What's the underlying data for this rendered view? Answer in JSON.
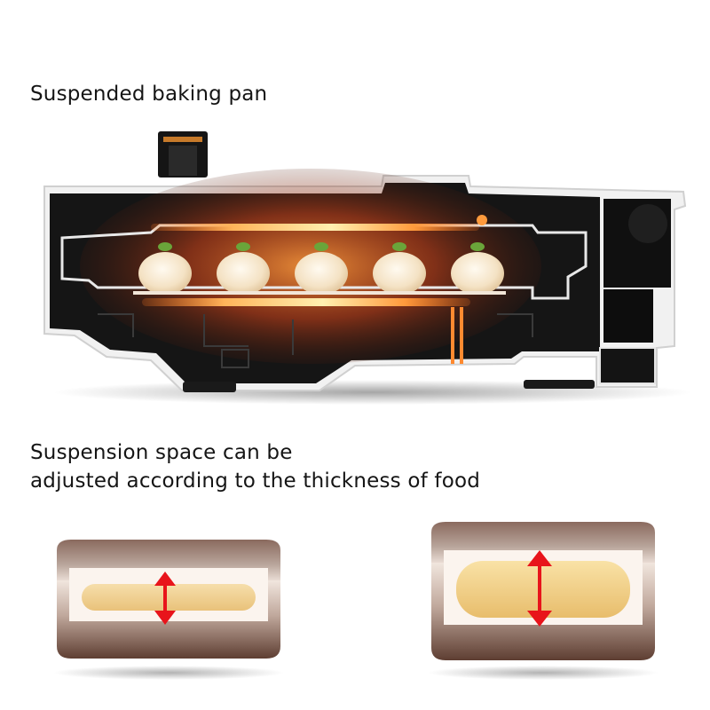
{
  "captions": {
    "top": "Suspended baking pan",
    "bottom_line1": "Suspension space can be",
    "bottom_line2": "adjusted according to the thickness of food"
  },
  "colors": {
    "housing_dark": "#151515",
    "shell_white": "#f1f1f1",
    "heat_glow": "#ff6a1a",
    "heat_core": "#ffd27a",
    "arrow_red": "#e8141b",
    "pan_brown": "#6e4a3e",
    "bread": "#f2cf86"
  },
  "icons": {
    "adjust_arrow": "double-arrow-vertical-icon"
  }
}
